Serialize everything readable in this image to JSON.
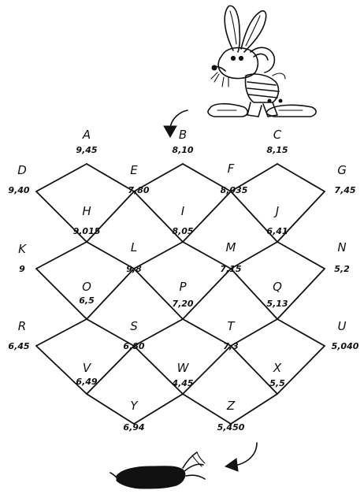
{
  "nodes": [
    {
      "id": "A",
      "value": "9,45"
    },
    {
      "id": "B",
      "value": "8,10"
    },
    {
      "id": "C",
      "value": "8,15"
    },
    {
      "id": "D",
      "value": "9,40"
    },
    {
      "id": "E",
      "value": "7,80"
    },
    {
      "id": "F",
      "value": "8,035"
    },
    {
      "id": "G",
      "value": "7,45"
    },
    {
      "id": "H",
      "value": "9,015"
    },
    {
      "id": "I",
      "value": "8,05"
    },
    {
      "id": "J",
      "value": "6,41"
    },
    {
      "id": "K",
      "value": "9"
    },
    {
      "id": "L",
      "value": "9,8"
    },
    {
      "id": "M",
      "value": "7,15"
    },
    {
      "id": "N",
      "value": "5,2"
    },
    {
      "id": "O",
      "value": "6,5"
    },
    {
      "id": "P",
      "value": "7,20"
    },
    {
      "id": "Q",
      "value": "5,13"
    },
    {
      "id": "R",
      "value": "6,45"
    },
    {
      "id": "S",
      "value": "6,80"
    },
    {
      "id": "T",
      "value": "7,3"
    },
    {
      "id": "U",
      "value": "5,040"
    },
    {
      "id": "V",
      "value": "6,49"
    },
    {
      "id": "W",
      "value": "4,45"
    },
    {
      "id": "X",
      "value": "5,5"
    },
    {
      "id": "Y",
      "value": "6,94"
    },
    {
      "id": "Z",
      "value": "5,450"
    }
  ],
  "edges": [
    [
      "A",
      "D"
    ],
    [
      "A",
      "E"
    ],
    [
      "B",
      "E"
    ],
    [
      "B",
      "F"
    ],
    [
      "C",
      "F"
    ],
    [
      "C",
      "G"
    ],
    [
      "D",
      "H"
    ],
    [
      "E",
      "H"
    ],
    [
      "E",
      "I"
    ],
    [
      "F",
      "I"
    ],
    [
      "F",
      "J"
    ],
    [
      "G",
      "J"
    ],
    [
      "H",
      "K"
    ],
    [
      "H",
      "L"
    ],
    [
      "I",
      "L"
    ],
    [
      "I",
      "M"
    ],
    [
      "J",
      "M"
    ],
    [
      "J",
      "N"
    ],
    [
      "K",
      "O"
    ],
    [
      "L",
      "O"
    ],
    [
      "L",
      "P"
    ],
    [
      "M",
      "P"
    ],
    [
      "M",
      "Q"
    ],
    [
      "N",
      "Q"
    ],
    [
      "O",
      "R"
    ],
    [
      "O",
      "S"
    ],
    [
      "P",
      "S"
    ],
    [
      "P",
      "T"
    ],
    [
      "Q",
      "T"
    ],
    [
      "Q",
      "U"
    ],
    [
      "R",
      "V"
    ],
    [
      "S",
      "V"
    ],
    [
      "S",
      "W"
    ],
    [
      "T",
      "W"
    ],
    [
      "T",
      "X"
    ],
    [
      "U",
      "X"
    ],
    [
      "V",
      "Y"
    ],
    [
      "W",
      "Y"
    ],
    [
      "W",
      "Z"
    ],
    [
      "X",
      "Z"
    ]
  ],
  "illustrations": {
    "top": "rabbit-icon",
    "bottom": "carrot-icon",
    "arrows": [
      "curved-arrow-icon",
      "curved-arrow-icon"
    ]
  }
}
